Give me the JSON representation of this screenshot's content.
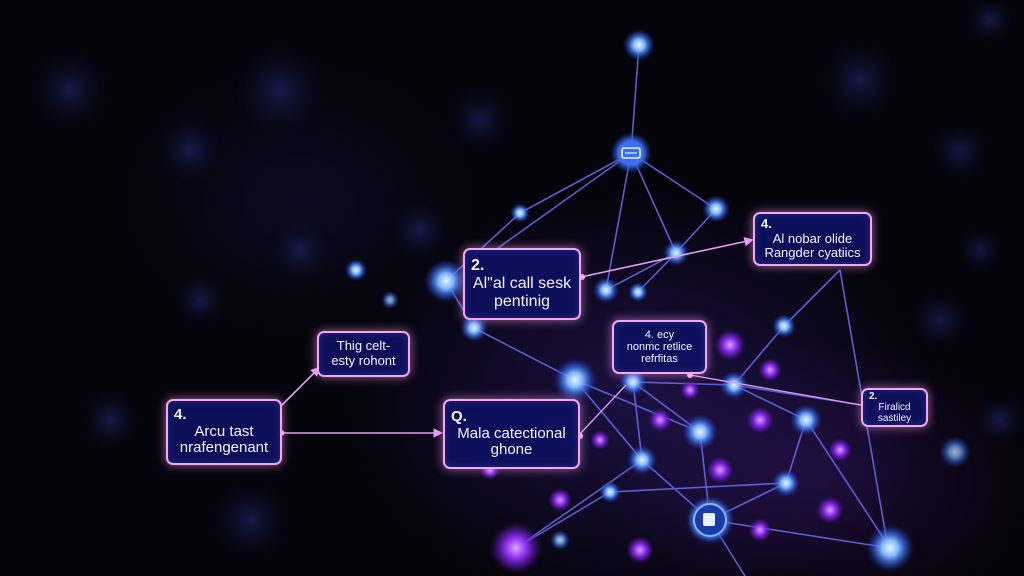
{
  "boxes": {
    "a": {
      "number": "4.",
      "text": "Arcu tast\nnrafengenant"
    },
    "b": {
      "number": "",
      "text": "Thig celt-\nesty rohont"
    },
    "c": {
      "number": "2.",
      "text": "Alʺal call sesk\npentinig"
    },
    "d": {
      "number": "Q.",
      "text": "Mala catectional\nghone"
    },
    "e": {
      "number": "4.",
      "text": "Al nobar olide\nRangder cyatiics"
    },
    "f": {
      "number": "",
      "text": "4. ecy\nnonmc retlice\nrefrfitas"
    },
    "g": {
      "number": "2.",
      "text": "Firalicd\nsastiley"
    }
  },
  "colors": {
    "box_fill": "#0e1060",
    "box_border": "#f2a8ea",
    "node_blue": "#5aa0ff",
    "node_purple": "#9a2cf0",
    "edge": "#6a6cf0",
    "arrow": "#e79bf2"
  },
  "icons": [
    "hub-node-icon",
    "bottom-hub-node-icon"
  ]
}
